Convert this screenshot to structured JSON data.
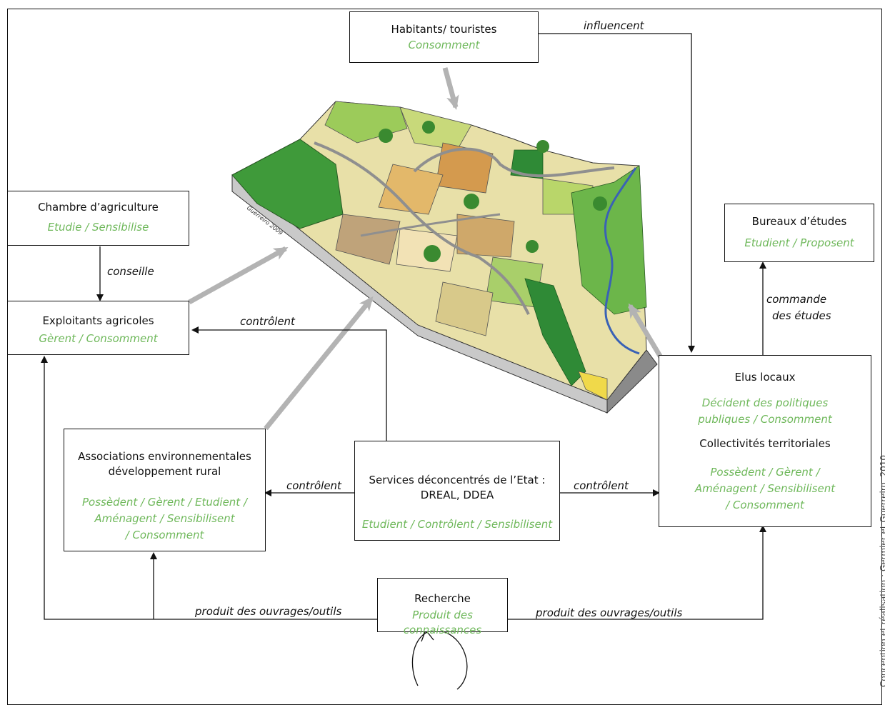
{
  "nodes": {
    "habitants": {
      "title": "Habitants/ touristes",
      "role": "Consomment"
    },
    "chambre": {
      "title": "Chambre d’agriculture",
      "role": "Etudie / Sensibilise"
    },
    "bureaux": {
      "title": "Bureaux  d’études",
      "role": "Etudient / Proposent"
    },
    "exploitants": {
      "title": "Exploitants agricoles",
      "role": "Gèrent / Consomment"
    },
    "associations": {
      "title_lines": [
        "Associations environnementales",
        "développement rural"
      ],
      "role_lines": [
        "Possèdent / Gèrent / Etudient /",
        "Aménagent / Sensibilisent",
        "/ Consomment"
      ]
    },
    "services": {
      "title_lines": [
        "Services déconcentrés de l’Etat :",
        "DREAL, DDEA"
      ],
      "role": "Etudient /  Contrôlent / Sensibilisent"
    },
    "elus": {
      "title": "Elus locaux",
      "role_lines": [
        "Décident des politiques",
        "publiques / Consomment"
      ],
      "title2": "Collectivités territoriales",
      "role2_lines": [
        "Possèdent / Gèrent /",
        "Aménagent / Sensibilisent",
        "/ Consomment"
      ]
    },
    "recherche": {
      "title": "Recherche",
      "role_lines": [
        "Produit des",
        "connaissances"
      ]
    }
  },
  "edges": {
    "influencent": "influencent",
    "conseille": "conseille",
    "controlent_exploitants": "contrôlent",
    "controlent_associations": "contrôlent",
    "controlent_elus": "contrôlent",
    "commande": [
      "commande",
      "des études"
    ],
    "produit_left": "produit des ouvrages/outils",
    "produit_right": "produit des ouvrages/outils"
  },
  "landscape_signature": "Guerreiro 2009",
  "credit": "Conception et réalisation : Germier et Guerreiro, 2010",
  "colors": {
    "role_text": "#6fb85b",
    "arrow_gray": "#b3b3b3",
    "line": "#111111"
  }
}
